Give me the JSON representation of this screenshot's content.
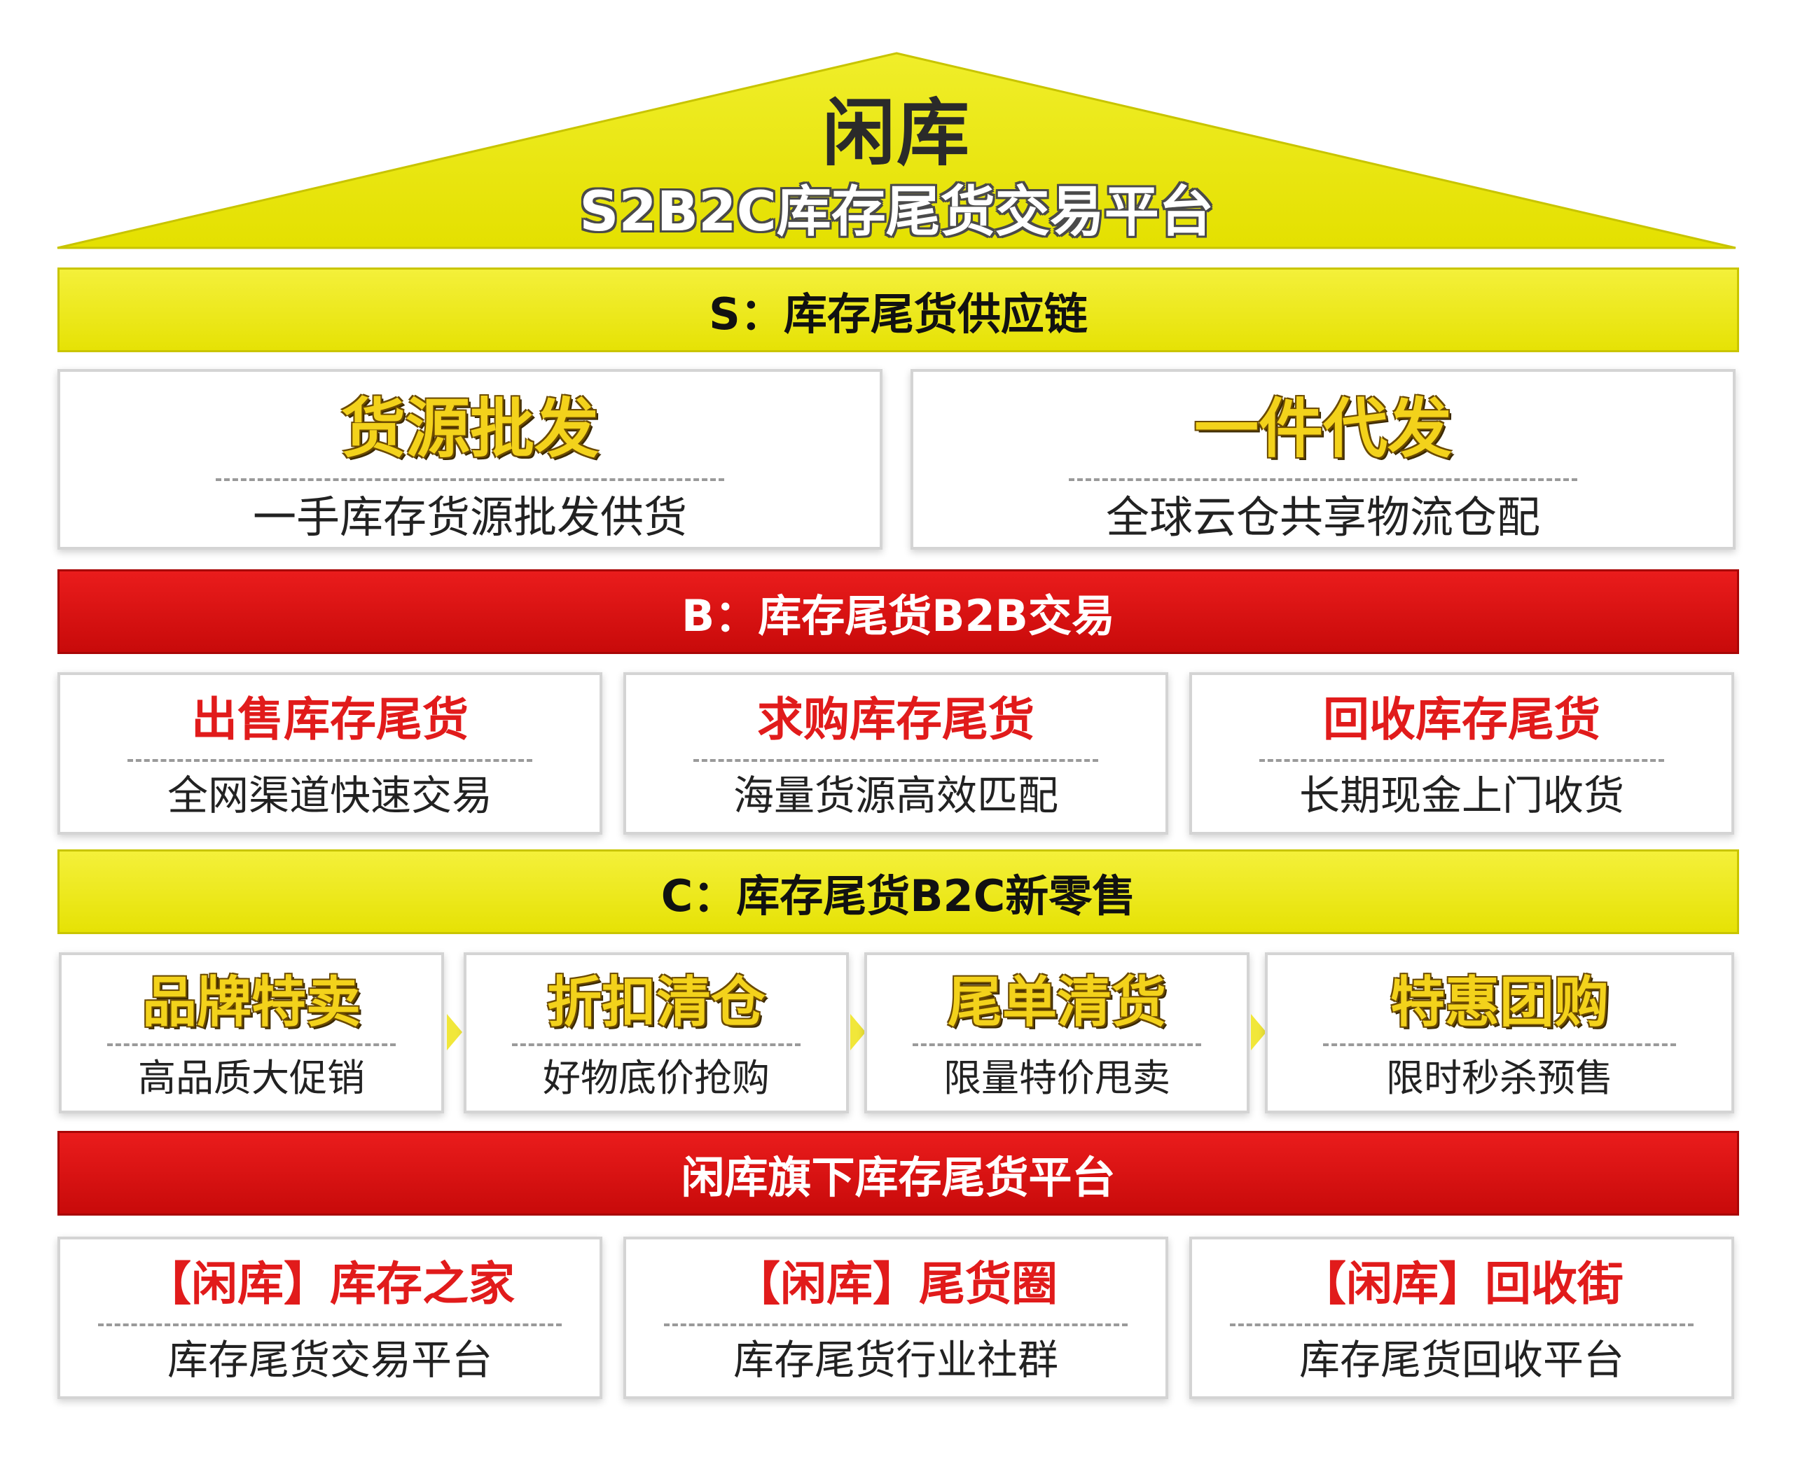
{
  "roof": {
    "logo_text": "闲库",
    "title": "S2B2C库存尾货交易平台"
  },
  "bands": {
    "s": "S：库存尾货供应链",
    "b": "B：库存尾货B2B交易",
    "c": "C：库存尾货B2C新零售",
    "platform": "闲库旗下库存尾货平台"
  },
  "s_cards": [
    {
      "title": "货源批发",
      "desc": "一手库存货源批发供货"
    },
    {
      "title": "一件代发",
      "desc": "全球云仓共享物流仓配"
    }
  ],
  "b_cards": [
    {
      "title": "出售库存尾货",
      "desc": "全网渠道快速交易"
    },
    {
      "title": "求购库存尾货",
      "desc": "海量货源高效匹配"
    },
    {
      "title": "回收库存尾货",
      "desc": "长期现金上门收货"
    }
  ],
  "c_cards": [
    {
      "title": "品牌特卖",
      "desc": "高品质大促销"
    },
    {
      "title": "折扣清仓",
      "desc": "好物底价抢购"
    },
    {
      "title": "尾单清货",
      "desc": "限量特价甩卖"
    },
    {
      "title": "特惠团购",
      "desc": "限时秒杀预售"
    }
  ],
  "platform_cards": [
    {
      "title": "【闲库】库存之家",
      "desc": "库存尾货交易平台"
    },
    {
      "title": "【闲库】尾货圈",
      "desc": "库存尾货行业社群"
    },
    {
      "title": "【闲库】回收街",
      "desc": "库存尾货回收平台"
    }
  ],
  "colors": {
    "yellow": "#e6e205",
    "red": "#d01010",
    "gold_text": "#f3d21b",
    "red_text": "#e11b1b"
  }
}
